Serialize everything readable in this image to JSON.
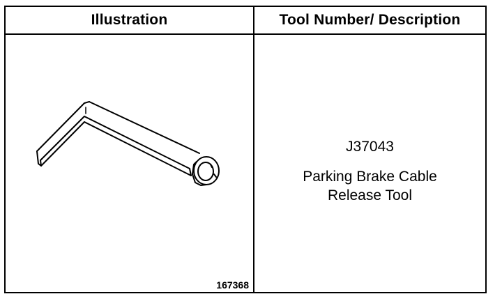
{
  "table": {
    "headers": {
      "illustration": "Illustration",
      "description": "Tool Number/ Description"
    },
    "figure_id": "167368",
    "tool_number": "J37043",
    "description_line1": "Parking Brake Cable",
    "description_line2": "Release Tool"
  }
}
